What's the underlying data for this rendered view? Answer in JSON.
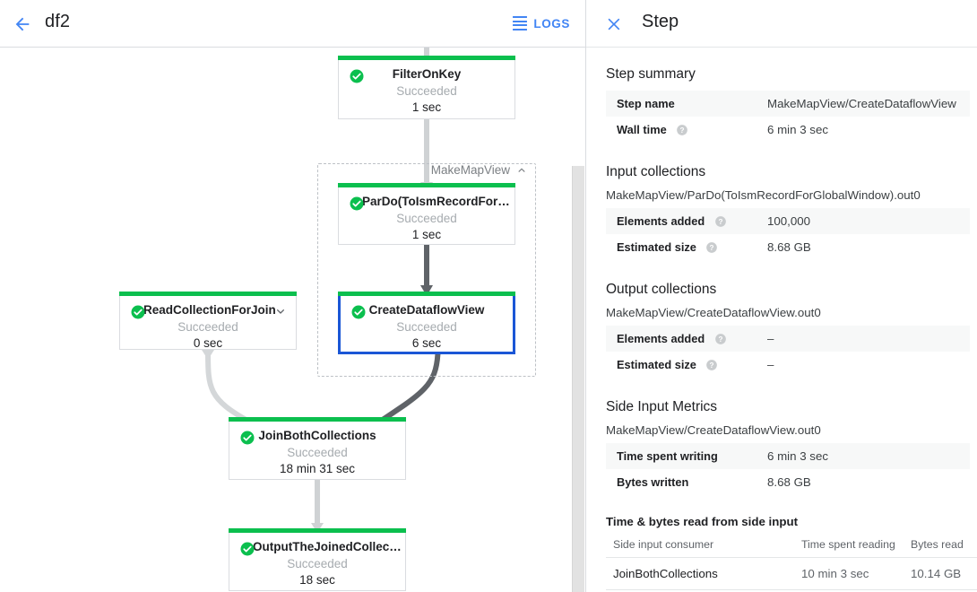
{
  "toolbar": {
    "back_icon": "arrow-left-icon",
    "title": "df2",
    "logs_label": "LOGS",
    "logs_icon": "hamburger-icon",
    "accent_color": "#4285f4"
  },
  "graph": {
    "group": {
      "label": "MakeMapView",
      "chevron_icon": "chevron-up-icon"
    },
    "status_color": "#0bbf4e",
    "selection_color": "#1a56d6",
    "nodes": [
      {
        "name": "FilterOnKey",
        "status": "Succeeded",
        "time": "1 sec",
        "icon": "check-circle-icon"
      },
      {
        "name": "ParDo(ToIsmRecordFor…",
        "status": "Succeeded",
        "time": "1 sec",
        "icon": "check-circle-icon"
      },
      {
        "name": "CreateDataflowView",
        "status": "Succeeded",
        "time": "6 sec",
        "icon": "check-circle-icon"
      },
      {
        "name": "ReadCollectionForJoin",
        "status": "Succeeded",
        "time": "0 sec",
        "icon": "check-circle-icon",
        "chevron_icon": "chevron-down-icon"
      },
      {
        "name": "JoinBothCollections",
        "status": "Succeeded",
        "time": "18 min 31 sec",
        "icon": "check-circle-icon"
      },
      {
        "name": "OutputTheJoinedCollec…",
        "status": "Succeeded",
        "time": "18 sec",
        "icon": "check-circle-icon"
      }
    ]
  },
  "panel": {
    "close_icon": "close-icon",
    "title": "Step",
    "step_summary": {
      "heading": "Step summary",
      "rows": [
        {
          "key": "Step name",
          "value": "MakeMapView/CreateDataflowView",
          "help": false
        },
        {
          "key": "Wall time",
          "value": "6 min 3 sec",
          "help": true
        }
      ]
    },
    "input_collections": {
      "heading": "Input collections",
      "collection": "MakeMapView/ParDo(ToIsmRecordForGlobalWindow).out0",
      "rows": [
        {
          "key": "Elements added",
          "value": "100,000",
          "help": true
        },
        {
          "key": "Estimated size",
          "value": "8.68 GB",
          "help": true
        }
      ]
    },
    "output_collections": {
      "heading": "Output collections",
      "collection": "MakeMapView/CreateDataflowView.out0",
      "rows": [
        {
          "key": "Elements added",
          "value": "–",
          "help": true
        },
        {
          "key": "Estimated size",
          "value": "–",
          "help": true
        }
      ]
    },
    "side_input_metrics": {
      "heading": "Side Input Metrics",
      "collection": "MakeMapView/CreateDataflowView.out0",
      "rows": [
        {
          "key": "Time spent writing",
          "value": "6 min 3 sec",
          "help": false
        },
        {
          "key": "Bytes written",
          "value": "8.68 GB",
          "help": false
        }
      ],
      "table_title": "Time & bytes read from side input",
      "columns": [
        "Side input consumer",
        "Time spent reading",
        "Bytes read"
      ],
      "rows_data": [
        [
          "JoinBothCollections",
          "10 min 3 sec",
          "10.14 GB"
        ]
      ]
    }
  }
}
